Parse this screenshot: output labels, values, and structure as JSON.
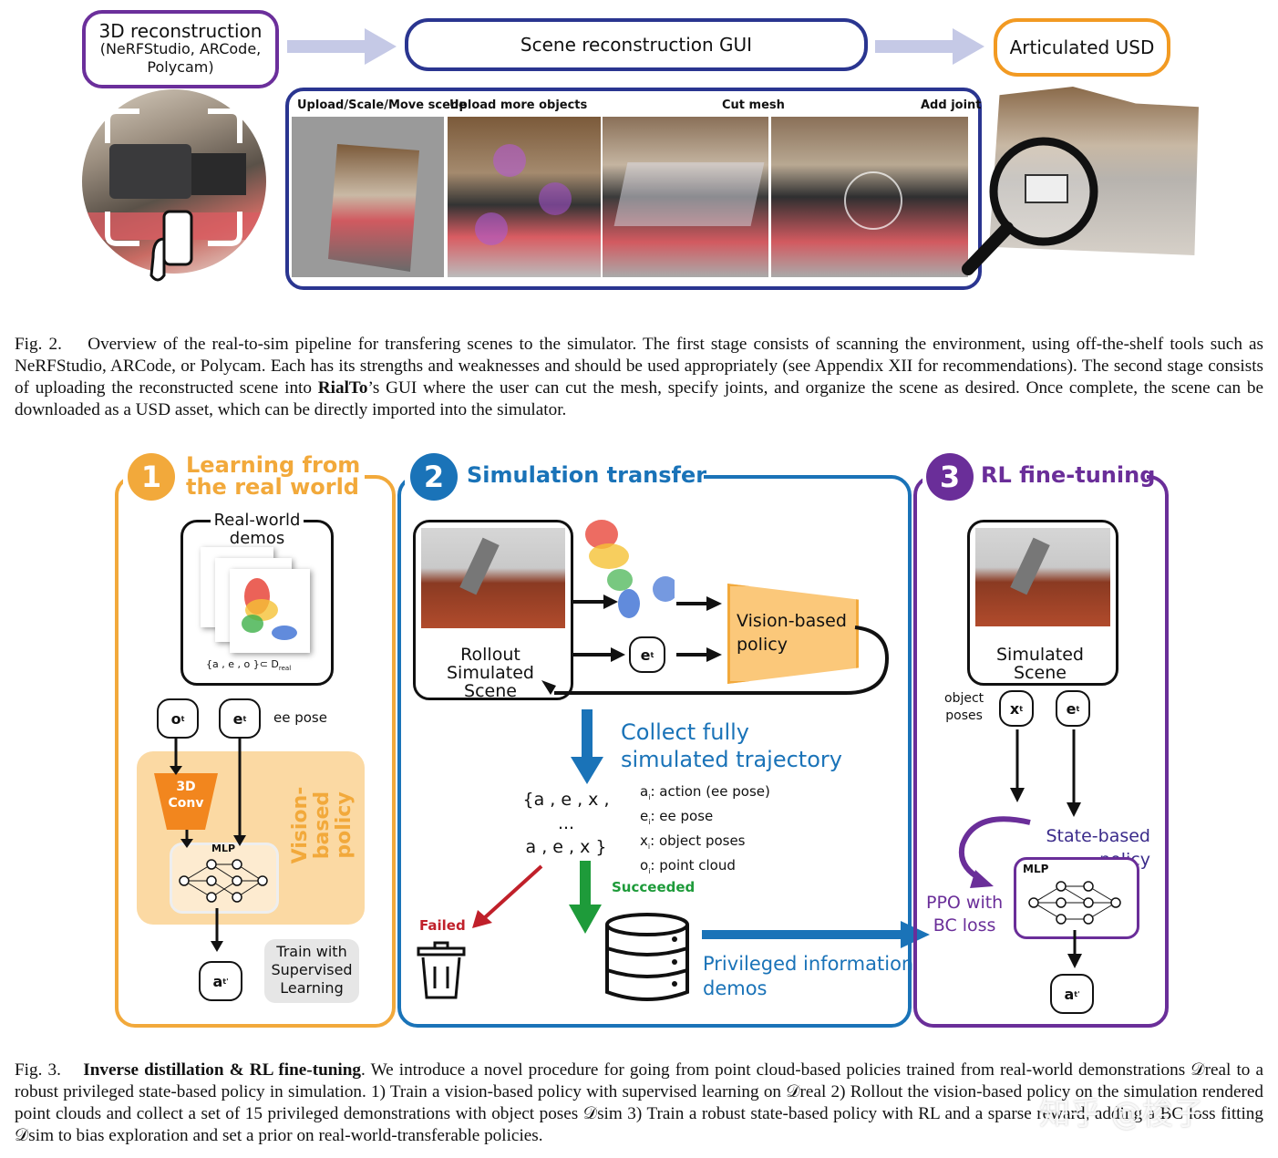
{
  "fig2": {
    "recon_box": {
      "title": "3D reconstruction",
      "tools": "(NeRFStudio, ARCode,",
      "tools2": "Polycam)"
    },
    "gui_box": {
      "title": "Scene reconstruction GUI"
    },
    "usd_box": {
      "title": "Articulated USD"
    },
    "panels": [
      "Upload/Scale/Move scene",
      "Upload more objects",
      "Cut mesh",
      "Add joint"
    ],
    "caption": {
      "label": "Fig. 2.",
      "text": "Overview of the real-to-sim pipeline for transfering scenes to the simulator. The first stage consists of scanning the environment, using off-the-shelf tools such as NeRFStudio, ARCode, or Polycam. Each has its strengths and weaknesses and should be used appropriately (see Appendix XII for recommendations). The second stage consists of uploading the reconstructed scene into",
      "bold": "RialTo",
      "text2": "’s GUI where the user can cut the mesh, specify joints, and organize the scene as desired. Once complete, the scene can be downloaded as a USD asset, which can be directly imported into the simulator."
    }
  },
  "fig3": {
    "stage1": {
      "num": "1",
      "title1": "Learning from",
      "title2": "the real world",
      "demos_label1": "Real-world",
      "demos_label2": "demos",
      "demos_set": "{a , e , o }⊂ D",
      "demos_sub": "real",
      "o_node": "o",
      "e_node": "e",
      "ee_pose": "ee pose",
      "conv1": "3D",
      "conv2": "Conv",
      "mlp": "MLP",
      "policy1": "Vision-based",
      "policy2": "policy",
      "a_node": "a",
      "train1": "Train with",
      "train2": "Supervised",
      "train3": "Learning",
      "color": "#f2a93b"
    },
    "stage2": {
      "num": "2",
      "title": "Simulation transfer",
      "rollout1": "Rollout",
      "rollout2": "Simulated",
      "rollout3": "Scene",
      "e_node": "e",
      "vision1": "Vision-based",
      "vision2": "policy",
      "collect1": "Collect fully",
      "collect2": "simulated trajectory",
      "traj1": "{a , e , x ,",
      "traj2": "...",
      "traj3": "a , e , x }",
      "legend": [
        ": action (ee pose)",
        ": ee pose",
        ": object poses",
        ": point cloud"
      ],
      "legend_vars": [
        "a",
        "e",
        "x",
        "o"
      ],
      "failed": "Failed",
      "succeeded": "Succeeded",
      "priv1": "Privileged information",
      "priv2": "demos",
      "color": "#1a73b8"
    },
    "stage3": {
      "num": "3",
      "title": "RL fine-tuning",
      "sim1": "Simulated",
      "sim2": "Scene",
      "obj1": "object",
      "obj2": "poses",
      "x_node": "x",
      "e_node": "e",
      "state1": "State-based",
      "state2": "policy",
      "mlp": "MLP",
      "ppo1": "PPO with",
      "ppo2": "BC loss",
      "a_node": "a",
      "color": "#6a2e99"
    },
    "caption": {
      "label": "Fig. 3.",
      "bold": "Inverse distillation & RL fine-tuning",
      "text": ". We introduce a novel procedure for going from point cloud-based policies trained from real-world demonstrations 𝒟real to a robust privileged state-based policy in simulation. 1) Train a vision-based policy with supervised learning on 𝒟real 2) Rollout the vision-based policy on the simulation rendered point clouds and collect a set of 15 privileged demonstrations with object poses 𝒟sim 3) Train a robust state-based policy with RL and a sparse reward, adding a BC loss fitting 𝒟sim to bias exploration and set a prior on real-world-transferable policies."
    },
    "watermark": "知乎 @梭子"
  }
}
